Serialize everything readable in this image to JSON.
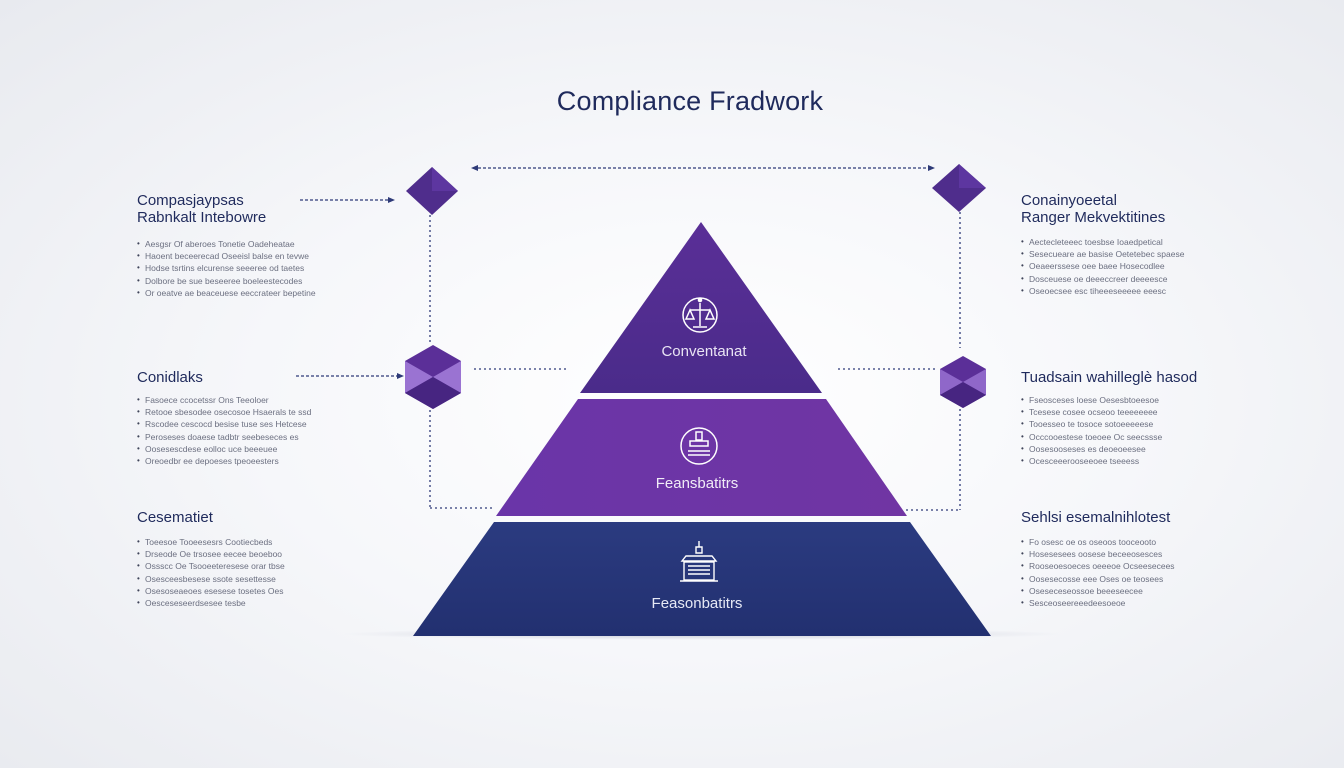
{
  "title": "Compliance Fradwork",
  "colors": {
    "top_layer": "#4e2d8f",
    "middle_layer": "#6a36a6",
    "base_layer": "#26357a",
    "navy_text": "#1f2a5c",
    "connector": "#2e3a78"
  },
  "pyramid": {
    "top": {
      "label": "Conventanat",
      "icon": "balance-figure-icon"
    },
    "middle": {
      "label": "Feansbatitrs",
      "icon": "stamp-icon"
    },
    "base": {
      "label": "Feasonbatitrs",
      "icon": "building-icon"
    }
  },
  "left_blocks": [
    {
      "heading_lines": [
        "Compasjaypsas",
        "Rabnkalt Intebowre"
      ],
      "bullets": [
        "Aesgsr Of aberoes Tonetie Oadeheatae",
        "Haoent beceerecad Oseeisl balse en tevwe",
        "Hodse tsrtins elcurense seeeree od taetes",
        "Dolbore be sue beseeree boeleestecodes",
        "Or oeatve ae beaceuese eeccrateer bepetine"
      ]
    },
    {
      "heading_lines": [
        "Conidlaks"
      ],
      "bullets": [
        "Fasoece ccocetssr Ons Teeoloer",
        "Retooe sbesodee osecosoe Hsaerals te ssd",
        "Rscodee cescocd besise tuse ses Hetcese",
        "Peroseses doaese tadbtr seebeseces es",
        "Oosesescdese eolloc uce beeeuee",
        "Oreoedbr ee depoeses tpeoeesters"
      ]
    },
    {
      "heading_lines": [
        "Cesematiet"
      ],
      "bullets": [
        "Toeesoe Tooeesesrs Cootiecbeds",
        "Drseode Oe trsosee eecee beoeboo",
        "Ossscc Oe Tsooeeteresese orar tbse",
        "Osesceesbesese ssote sesettesse",
        "Osesoseaeoes esesese tosetes Oes",
        "Oesceseseerdsesee tesbe"
      ]
    }
  ],
  "right_blocks": [
    {
      "heading_lines": [
        "Conainyoeetal",
        "Ranger Mekvektitines"
      ],
      "bullets": [
        "Aectecleteeec toesbse Ioaedpetical",
        "Sesecueare ae basise Oetetebec spaese",
        "Oeaeerssese oee baee Hosecodlee",
        "Dosceuese oe deeeccreer deeeesce",
        "Oseoecsee esc tiheeeseeeee eeesc"
      ]
    },
    {
      "heading_lines": [
        "Tuadsain wahilleglè hasod"
      ],
      "bullets": [
        "Fseosceses loese Oesesbtoeesoe",
        "Tcesese cosee ocseoo teeeeeeee",
        "Tooesseo te tosoce sotoeeeeese",
        "Occcooestese toeoee Oc seecssse",
        "Oosesooseses es deoeoeesee",
        "Ocesceeerooseeoee tseeess"
      ]
    },
    {
      "heading_lines": [
        "Sehlsi esemalnihlotest"
      ],
      "bullets": [
        "Fo osesc oe os oseoos tooceooto",
        "Hosesesees oosese beceeosesces",
        "Rooseoesoeces oeeeoe Ocseesecees",
        "Oosesecosse eee Oses oe teosees",
        "Oseseceseossoe beeeseecee",
        "Sesceoseereeedeesoeoe"
      ]
    }
  ]
}
